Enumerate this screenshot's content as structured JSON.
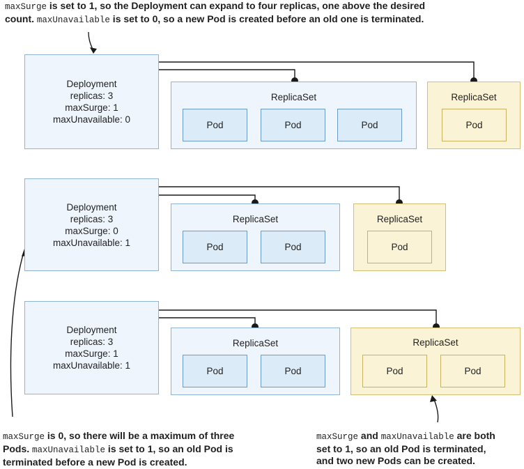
{
  "captions": {
    "top": {
      "line1_code": "maxSurge",
      "line1_text": " is set to 1, so the Deployment can expand to four replicas, one above the desired",
      "line2_text_a": "count. ",
      "line2_code": "maxUnavailable",
      "line2_text_b": " is set to 0, so a new Pod is created before an old one is terminated."
    },
    "bottom_left": {
      "l1_code": "maxSurge",
      "l1_text": " is 0, so there will be a maximum of three",
      "l2_text_a": "Pods. ",
      "l2_code": "maxUnavailable",
      "l2_text_b": " is set to 1, so an old Pod is",
      "l3_text": "terminated before a new Pod is created."
    },
    "bottom_right": {
      "l1_code_a": "maxSurge",
      "l1_text_a": " and ",
      "l1_code_b": "maxUnavailable",
      "l1_text_b": " are both",
      "l2_text": "set to 1, so an old Pod is terminated,",
      "l3_text": "and two new Pods can be created."
    }
  },
  "scenarios": [
    {
      "deployment": {
        "title": "Deployment",
        "replicas": "replicas: 3",
        "max_surge": "maxSurge: 1",
        "max_unavailable": "maxUnavailable: 0"
      },
      "old_replicaset": {
        "label": "ReplicaSet",
        "pods": [
          "Pod",
          "Pod",
          "Pod"
        ]
      },
      "new_replicaset": {
        "label": "ReplicaSet",
        "pods": [
          "Pod"
        ]
      }
    },
    {
      "deployment": {
        "title": "Deployment",
        "replicas": "replicas: 3",
        "max_surge": "maxSurge: 0",
        "max_unavailable": "maxUnavailable: 1"
      },
      "old_replicaset": {
        "label": "ReplicaSet",
        "pods": [
          "Pod",
          "Pod"
        ]
      },
      "new_replicaset": {
        "label": "ReplicaSet",
        "pods": [
          "Pod"
        ]
      }
    },
    {
      "deployment": {
        "title": "Deployment",
        "replicas": "replicas: 3",
        "max_surge": "maxSurge: 1",
        "max_unavailable": "maxUnavailable: 1"
      },
      "old_replicaset": {
        "label": "ReplicaSet",
        "pods": [
          "Pod",
          "Pod"
        ]
      },
      "new_replicaset": {
        "label": "ReplicaSet",
        "pods": [
          "Pod",
          "Pod"
        ]
      }
    }
  ],
  "colors": {
    "old_fill": "#eef5fc",
    "old_border": "#8fb4d6",
    "new_fill": "#fbf3d5",
    "new_border": "#d3bf72",
    "connector": "#1a1a1a"
  }
}
